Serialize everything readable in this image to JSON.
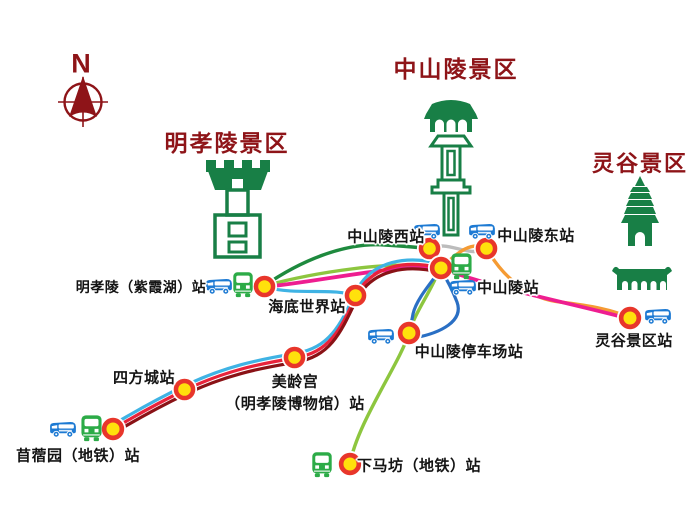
{
  "compass": {
    "label": "N"
  },
  "areas": {
    "mingxiaoling": {
      "label": "明孝陵景区"
    },
    "zhongshanling": {
      "label": "中山陵景区"
    },
    "linggu": {
      "label": "灵谷景区"
    }
  },
  "stations": {
    "mingxiaoling": {
      "label": "明孝陵（紫霞湖）站"
    },
    "haidishijie": {
      "label": "海底世界站"
    },
    "zhongshanlingxi": {
      "label": "中山陵西站"
    },
    "zhongshanlingdong": {
      "label": "中山陵东站"
    },
    "zhongshanling": {
      "label": "中山陵站"
    },
    "tingchechang": {
      "label": "中山陵停车场站"
    },
    "linggu": {
      "label": "灵谷景区站"
    },
    "sifangcheng": {
      "label": "四方城站"
    },
    "meilinggong": {
      "label": "美龄宫",
      "label2": "（明孝陵博物馆）站"
    },
    "muxuyuan": {
      "label": "苜蓿园（地铁）站"
    },
    "xiamafang": {
      "label": "下马坊（地铁）站"
    }
  },
  "icons": {
    "bus": "bus-icon (blue minibus)",
    "tram": "tram-icon (green shuttle front)",
    "station": "station-marker (yellow circle, red ring)",
    "compass": "compass-rose-icon",
    "gate": "mingxiaoling-gate-icon",
    "mausoleum": "zhongshanling-mausoleum-icon",
    "pagoda": "linggu-pagoda-icon",
    "temple": "linggu-temple-icon"
  },
  "css_vars": {
    "--title": "#8e1418",
    "--label": "#141414",
    "--landmark": "#187f46",
    "--bus": "#1d7ad3",
    "--tram": "#2cab47",
    "--marker-fill": "#ffe10c",
    "--marker-ring": "#e8362b",
    "--route-bundle-cyan": "#3fb3e4",
    "--route-bundle-red": "#e8233b",
    "--route-bundle-maroon": "#8a1216",
    "--route-magenta": "#ee1e90",
    "--route-dark-green": "#1e8a3e",
    "--route-light-green": "#8dc63f",
    "--route-orange": "#f59b33",
    "--route-gray": "#bcbcbc",
    "--route-blue": "#2a6fc4"
  }
}
